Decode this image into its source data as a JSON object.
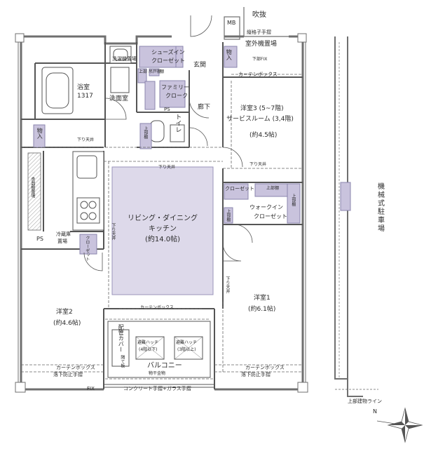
{
  "plan": {
    "colors": {
      "wall": "#6f6f6f",
      "fixture_fill": "#c9c3dd",
      "fixture_stroke": "#8a84ad",
      "ldk_fill": "#ddd9ea",
      "line": "#555555",
      "dashed": "#666666"
    },
    "rooms": {
      "living": {
        "name": "リビング・ダイニング",
        "name2": "キッチン",
        "size": "(約14.0帖)"
      },
      "bed1": {
        "name": "洋室1",
        "size": "(約6.1帖)"
      },
      "bed2": {
        "name": "洋室2",
        "size": "(約4.6帖)"
      },
      "bed3": {
        "name": "洋室3 (5~7階)",
        "name2": "サービスルーム (3,4階)",
        "size": "(約4.5帖)"
      },
      "bath": {
        "name": "浴室",
        "size": "1317"
      },
      "washroom": "洗面室",
      "toilet": "トイレ",
      "hallway": "廊下",
      "entrance": "玄関",
      "balcony": "バルコニー"
    },
    "storage": {
      "shoes": {
        "line1": "シューズイン",
        "line2": "クローゼット"
      },
      "family": {
        "line1": "ファミリー",
        "line2": "クローク"
      },
      "walkin": {
        "line1": "ウォークイン",
        "line2": "クローゼット"
      },
      "closet_bed3": "クローゼット",
      "closet_bed2": "クローゼット",
      "shelf": "棚",
      "top_shelf": "上部棚",
      "top_shelf_b": "上部棚",
      "top_shelf_c": "上部棚",
      "top_shelf_lr": "上部\n吊戸棚",
      "storage_left": "物入",
      "storage_right": "物入",
      "pipe_space": "PS",
      "pipe_space2": "PS",
      "fridge": {
        "line1": "冷蔵庫",
        "line2": "置場"
      },
      "washer": "洗濯機置場",
      "kitchen_shelf": "食器棚置場",
      "mb": "MB",
      "pipe_cover": "配管カバー",
      "hatch1": {
        "line1": "避難ハッチ",
        "line2": "(4階以下)"
      },
      "hatch2": {
        "line1": "避難ハッチ",
        "line2": "(3階以上)"
      },
      "hatch_plate": "隔て板"
    },
    "annotations": {
      "atrium": "吹抜",
      "lattice": "縦格子手摺",
      "outdoor_unit": "室外機置場",
      "lower_fix": "下部FIX",
      "curtain_box1": "カーテンボックス",
      "curtain_box2": "カーテンボックス",
      "curtain_box3": "カーテンボックス",
      "curtain_box4": "カーテンボックス",
      "fall_guard1": "落下防止手摺",
      "fall_guard2": "落下防止手摺",
      "fix": "FIX",
      "railing": "コンクリート手摺+ガラス手摺",
      "drying_fitting": "物干金物",
      "ceiling_down1": "下り天井",
      "ceiling_down2": "下り天井",
      "ceiling_down3": "下り天井",
      "ceiling_down4": "下り天井",
      "ceiling_down5": "下り天井",
      "parking": "機械式駐車場",
      "building_line": "上部建物ライン",
      "north": "N"
    }
  }
}
